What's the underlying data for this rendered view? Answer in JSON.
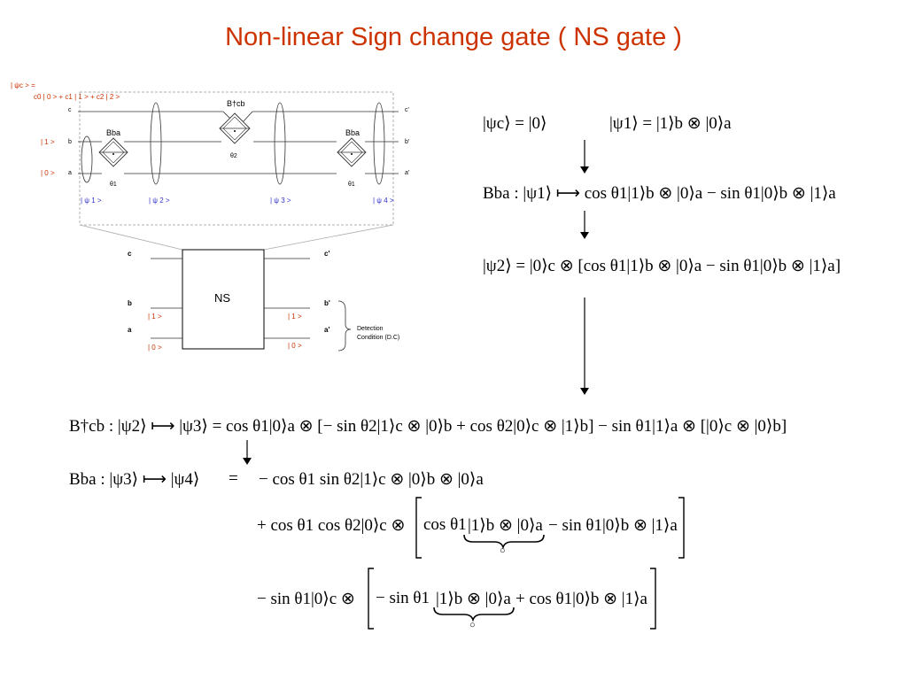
{
  "title": "Non-linear Sign change gate ( NS gate )",
  "colors": {
    "title": "#cc3300",
    "circuit_labels": "#cc3300",
    "state_labels": "#3333cc"
  },
  "circuit": {
    "psi_c_line1": "| ψc > =",
    "psi_c_line2": "c0 | 0 > + c1 | 1 > + c2 | 2 >",
    "mode_c": "c",
    "mode_b": "b",
    "mode_a": "a",
    "mode_c_out": "c'",
    "mode_b_out": "b'",
    "mode_a_out": "a'",
    "in_one": "| 1 >",
    "in_zero": "| 0 >",
    "bs_left": "Bba",
    "bs_mid": "B†cb",
    "bs_right": "Bba",
    "theta1_left": "θ1",
    "theta2": "θ2",
    "theta1_right": "θ1",
    "states": [
      "| ψ 1 >",
      "| ψ 2 >",
      "| ψ 3 >",
      "| ψ 4 >"
    ],
    "ns_box": "NS",
    "ns_c": "c",
    "ns_b": "b",
    "ns_a": "a",
    "ns_c_out": "c'",
    "ns_b_out": "b'",
    "ns_a_out": "a'",
    "ns_in_one": "| 1 >",
    "ns_in_zero": "| 0 >",
    "ns_out_one": "| 1 >",
    "ns_out_zero": "| 0 >",
    "detection_line1": "Detection",
    "detection_line2": "Condition (D.C)"
  },
  "equations": {
    "eq1a": "|ψc⟩ = |0⟩",
    "eq1b": "|ψ1⟩ = |1⟩b ⊗ |0⟩a",
    "eq2": "Bba : |ψ1⟩ ⟼ cos θ1|1⟩b ⊗ |0⟩a − sin θ1|0⟩b ⊗ |1⟩a",
    "eq3": "|ψ2⟩ = |0⟩c ⊗ [cos θ1|1⟩b ⊗ |0⟩a − sin θ1|0⟩b ⊗ |1⟩a]",
    "eq4": "B†cb : |ψ2⟩ ⟼ |ψ3⟩ = cos θ1|0⟩a ⊗ [− sin θ2|1⟩c ⊗ |0⟩b + cos θ2|0⟩c ⊗ |1⟩b] − sin θ1|1⟩a ⊗ [|0⟩c ⊗ |0⟩b]",
    "eq5_lhs": "Bba : |ψ3⟩ ⟼ |ψ4⟩",
    "eq5_eq": "=",
    "eq5_rhs1": "− cos θ1 sin θ2|1⟩c ⊗ |0⟩b ⊗ |0⟩a",
    "eq5_rhs2_prefix": "+ cos θ1 cos θ2|0⟩c ⊗",
    "eq5_rhs2_inner_a": "cos θ1",
    "eq5_rhs2_inner_b": "|1⟩b ⊗ |0⟩a",
    "eq5_rhs2_inner_c": "− sin θ1|0⟩b ⊗ |1⟩a",
    "eq5_rhs3_prefix": "− sin θ1|0⟩c ⊗",
    "eq5_rhs3_inner_a": "− sin θ1",
    "eq5_rhs3_inner_b": "|1⟩b ⊗ |0⟩a",
    "eq5_rhs3_inner_c": "+ cos θ1|0⟩b ⊗ |1⟩a",
    "circle_mark": "○"
  }
}
